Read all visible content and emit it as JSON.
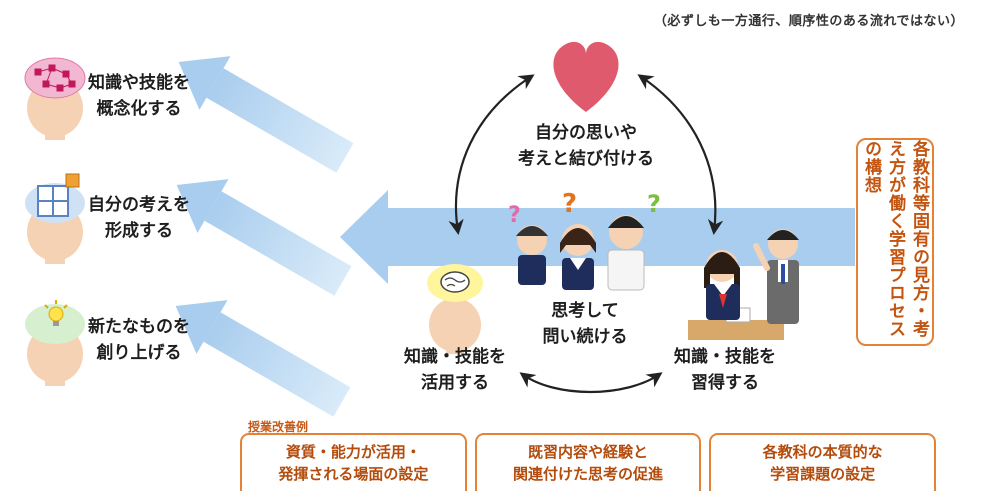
{
  "note": "（必ずしも一方通行、順序性のある流れではない）",
  "outcomes": [
    {
      "line1": "知識や技能を",
      "line2": "概念化する",
      "icon": "connected-nodes-icon"
    },
    {
      "line1": "自分の考えを",
      "line2": "形成する",
      "icon": "puzzle-icon"
    },
    {
      "line1": "新たなものを",
      "line2": "創り上げる",
      "icon": "lightbulb-icon"
    }
  ],
  "cycle": {
    "top": {
      "line1": "自分の思いや",
      "line2": "考えと結び付ける",
      "icon": "heart-icon"
    },
    "center": {
      "line1": "思考して",
      "line2": "問い続ける"
    },
    "left": {
      "line1": "知識・技能を",
      "line2": "活用する",
      "icon": "brain-icon"
    },
    "right": {
      "line1": "知識・技能を",
      "line2": "習得する"
    }
  },
  "vertical_label": "各教科等固有の見方・考え方が働く学習プロセスの構想",
  "improvement": {
    "title": "授業改善例",
    "items": [
      {
        "line1": "資質・能力が活用・",
        "line2": "発揮される場面の設定"
      },
      {
        "line1": "既習内容や経験と",
        "line2": "関連付けた思考の促進"
      },
      {
        "line1": "各教科の本質的な",
        "line2": "学習課題の設定"
      }
    ]
  },
  "colors": {
    "arrow": "#a9cdee",
    "heart": "#e05a6e",
    "accent": "#e58236",
    "head": "#f6d2b4"
  }
}
